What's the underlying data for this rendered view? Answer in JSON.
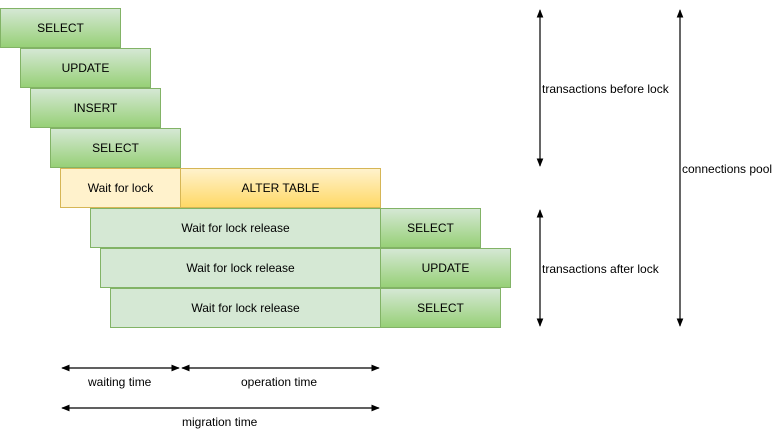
{
  "transactions_before": [
    "SELECT",
    "UPDATE",
    "INSERT",
    "SELECT"
  ],
  "wait_for_lock": "Wait for lock",
  "alter_table": "ALTER TABLE",
  "wait_release": "Wait for lock release",
  "transactions_after": [
    "SELECT",
    "UPDATE",
    "SELECT"
  ],
  "labels": {
    "before_lock": "transactions before lock",
    "after_lock": "transactions after lock",
    "connections_pool": "connections pool",
    "waiting_time": "waiting time",
    "operation_time": "operation time",
    "migration_time": "migration time"
  }
}
